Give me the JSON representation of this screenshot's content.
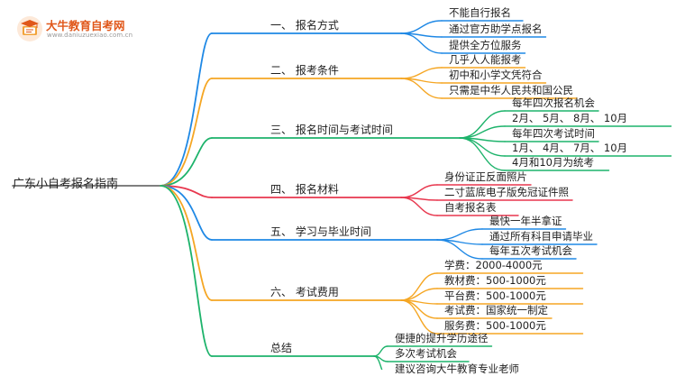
{
  "brand": {
    "name": "大牛教育自考网",
    "url": "www.daniuzuexiao.com.cn"
  },
  "root": {
    "label": "广东小自考报名指南"
  },
  "branches": [
    {
      "label": "一、 报名方式",
      "color": "#1e88e5",
      "leaves": [
        "不能自行报名",
        "通过官方助学点报名",
        "提供全方位服务"
      ]
    },
    {
      "label": "二、 报考条件",
      "color": "#f5a623",
      "leaves": [
        "几乎人人能报考",
        "初中和小学文凭符合",
        "只需是中华人民共和国公民"
      ]
    },
    {
      "label": "三、 报名时间与考试时间",
      "color": "#1db36b",
      "leaves": [
        "每年四次报名机会",
        "2月、 5月、 8月、 10月",
        "每年四次考试时间",
        "1月、 4月、 7月、 10月",
        "4月和10月为统考"
      ]
    },
    {
      "label": "四、 报名材料",
      "color": "#e8374e",
      "leaves": [
        "身份证正反面照片",
        "二寸蓝底电子版免冠证件照",
        "自考报名表"
      ]
    },
    {
      "label": "五、 学习与毕业时间",
      "color": "#1e88e5",
      "leaves": [
        "最快一年半拿证",
        "通过所有科目申请毕业",
        "每年五次考试机会"
      ]
    },
    {
      "label": "六、 考试费用",
      "color": "#f5a623",
      "leaves": [
        "学费：2000-4000元",
        "教材费：500-1000元",
        "平台费：500-1000元",
        "考试费：国家统一制定",
        "服务费：500-1000元"
      ]
    },
    {
      "label": "总结",
      "color": "#1db36b",
      "leaves": [
        "便捷的提升学历途径",
        "多次考试机会",
        "建议咨询大牛教育专业老师"
      ]
    }
  ],
  "logo_colors": {
    "primary": "#e0571a",
    "secondary": "#f2a33a"
  }
}
